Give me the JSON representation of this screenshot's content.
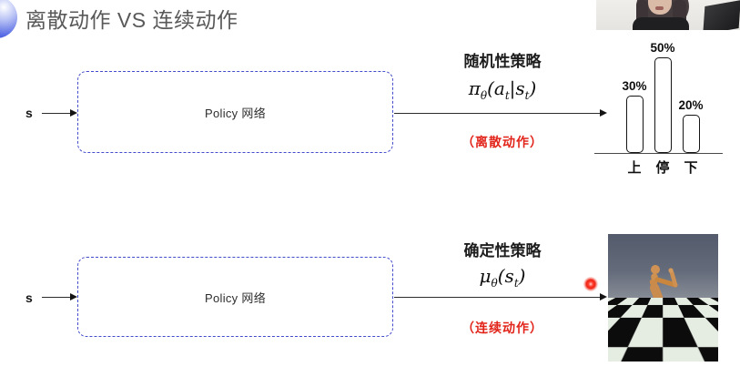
{
  "page": {
    "title": "离散动作 VS 连续动作"
  },
  "rows": [
    {
      "input_label": "s",
      "box_label": "Policy 网络",
      "policy_title": "随机性策略",
      "formula": {
        "f0": "π",
        "f1": "θ",
        "f2": "(a",
        "f3": "t",
        "f4": "|s",
        "f5": "t",
        "f6": ")"
      },
      "action_note": "（离散动作）"
    },
    {
      "input_label": "s",
      "box_label": "Policy 网络",
      "policy_title": "确定性策略",
      "formula": {
        "f0": "μ",
        "f1": "θ",
        "f2": "(s",
        "f3": "t",
        "f4": ")"
      },
      "action_note": "（连续动作）"
    }
  ],
  "chart_data": {
    "type": "bar",
    "categories": [
      "上",
      "停",
      "下"
    ],
    "values": [
      30,
      50,
      20
    ],
    "value_labels": [
      "30%",
      "50%",
      "20%"
    ],
    "title": "",
    "xlabel": "",
    "ylabel": "",
    "ylim": [
      0,
      55
    ],
    "grid": false,
    "legend": false
  },
  "colors": {
    "box_border_blue": "#444ccd",
    "note_red": "#e2251b",
    "title_gray": "#595959",
    "arrow_black": "#141414"
  }
}
